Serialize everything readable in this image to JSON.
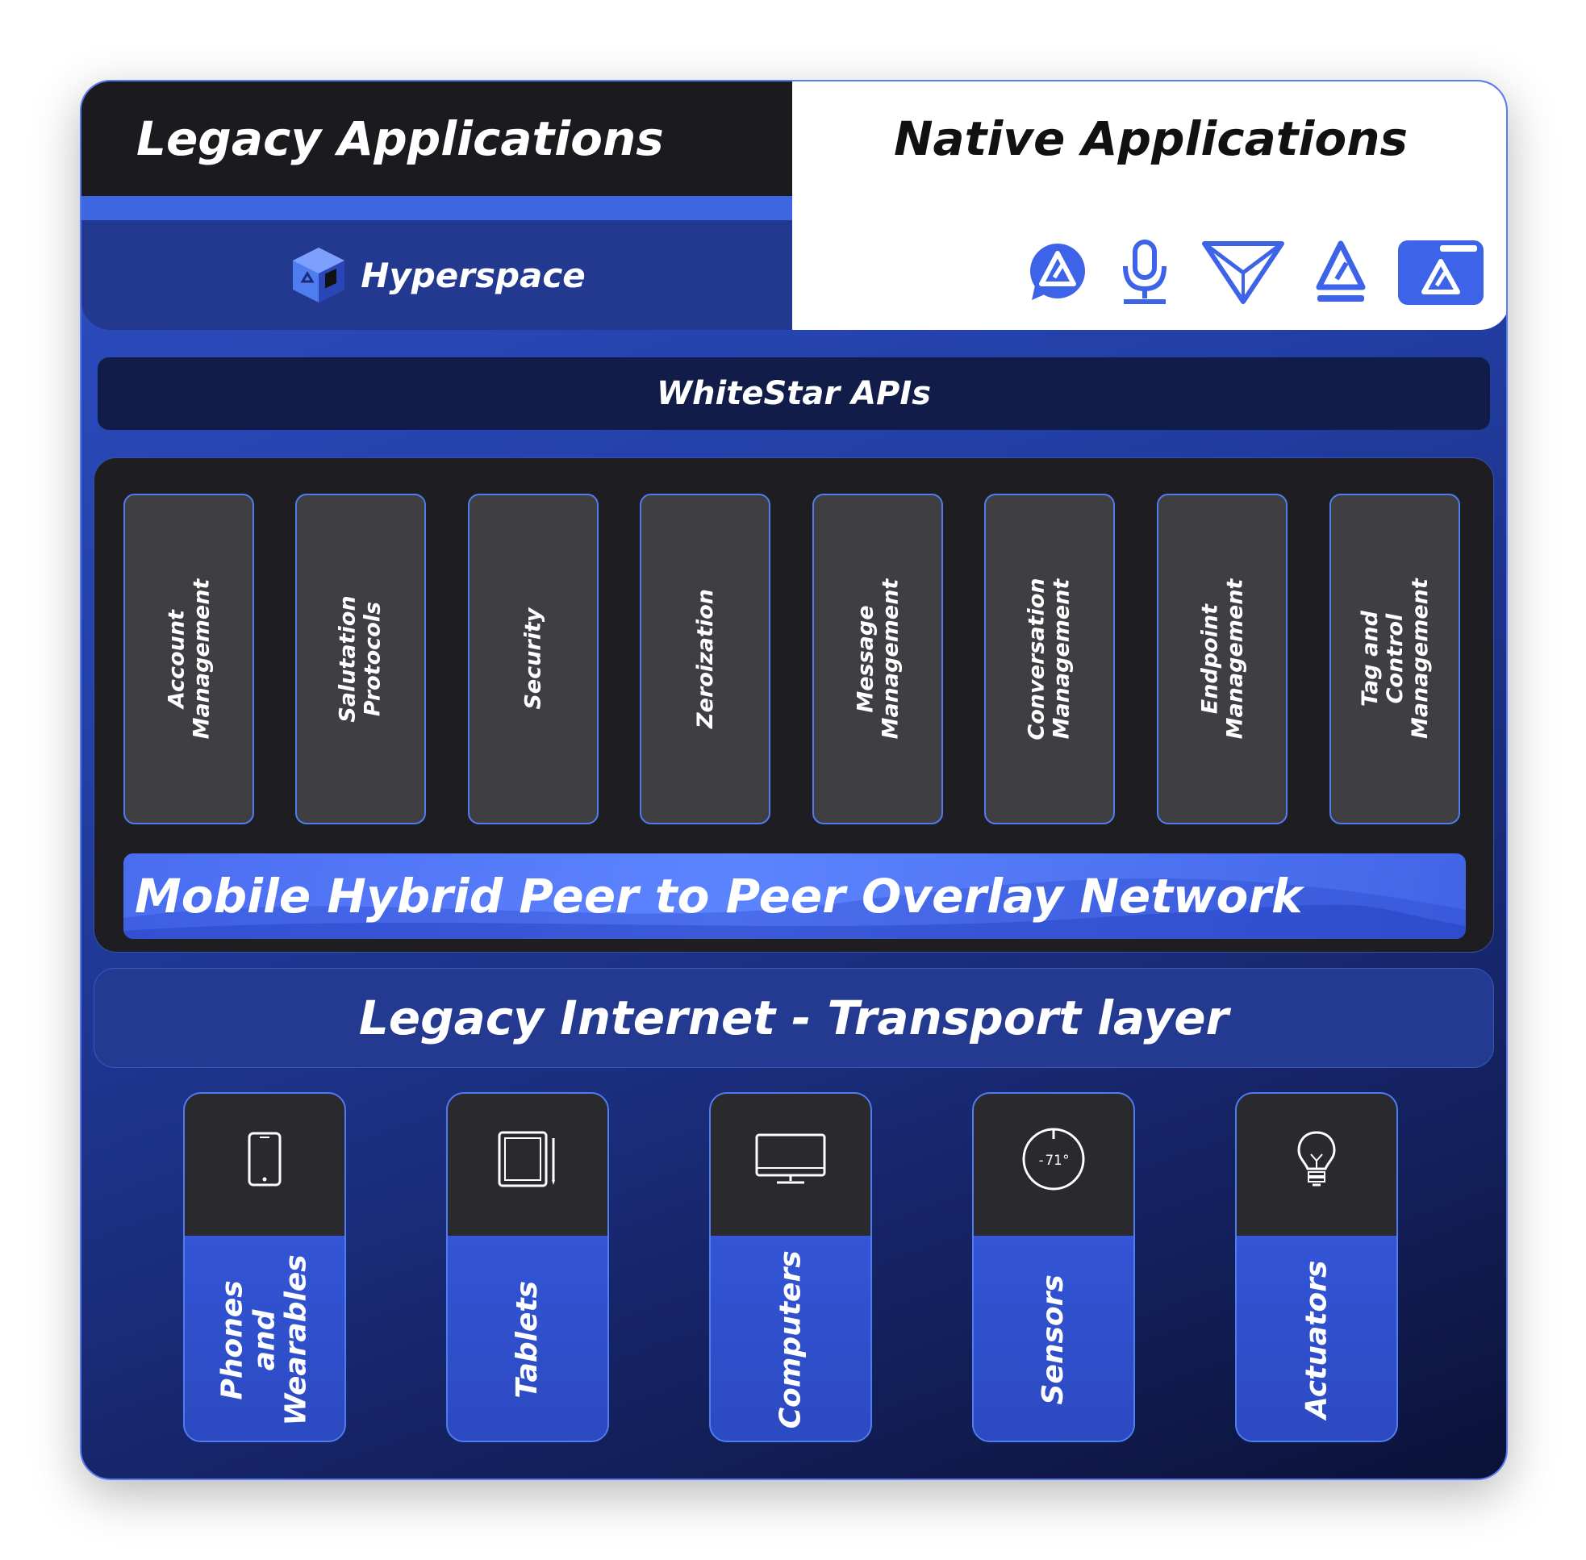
{
  "legacy": {
    "title": "Legacy Applications",
    "hyperspace_label": "Hyperspace"
  },
  "native": {
    "title": "Native Applications"
  },
  "apis": {
    "label": "WhiteStar APIs"
  },
  "modules": [
    {
      "label": "Account\nManagement"
    },
    {
      "label": "Salutation\nProtocols"
    },
    {
      "label": "Security"
    },
    {
      "label": "Zeroization"
    },
    {
      "label": "Message\nManagement"
    },
    {
      "label": "Conversation\nManagement"
    },
    {
      "label": "Endpoint\nManagement"
    },
    {
      "label": "Tag and Control\nManagement"
    }
  ],
  "overlay": {
    "label": "Mobile Hybrid Peer to Peer Overlay Network"
  },
  "transport": {
    "label": "Legacy Internet - Transport layer"
  },
  "devices": [
    {
      "label": "Phones and\nWearables",
      "icon": "phone-icon"
    },
    {
      "label": "Tablets",
      "icon": "tablet-icon"
    },
    {
      "label": "Computers",
      "icon": "computer-icon"
    },
    {
      "label": "Sensors",
      "icon": "thermostat-icon",
      "readout": "-71°"
    },
    {
      "label": "Actuators",
      "icon": "lightbulb-icon"
    }
  ],
  "colors": {
    "accent": "#4f7df0",
    "dark": "#1b1b1f",
    "navy": "#121c48"
  }
}
